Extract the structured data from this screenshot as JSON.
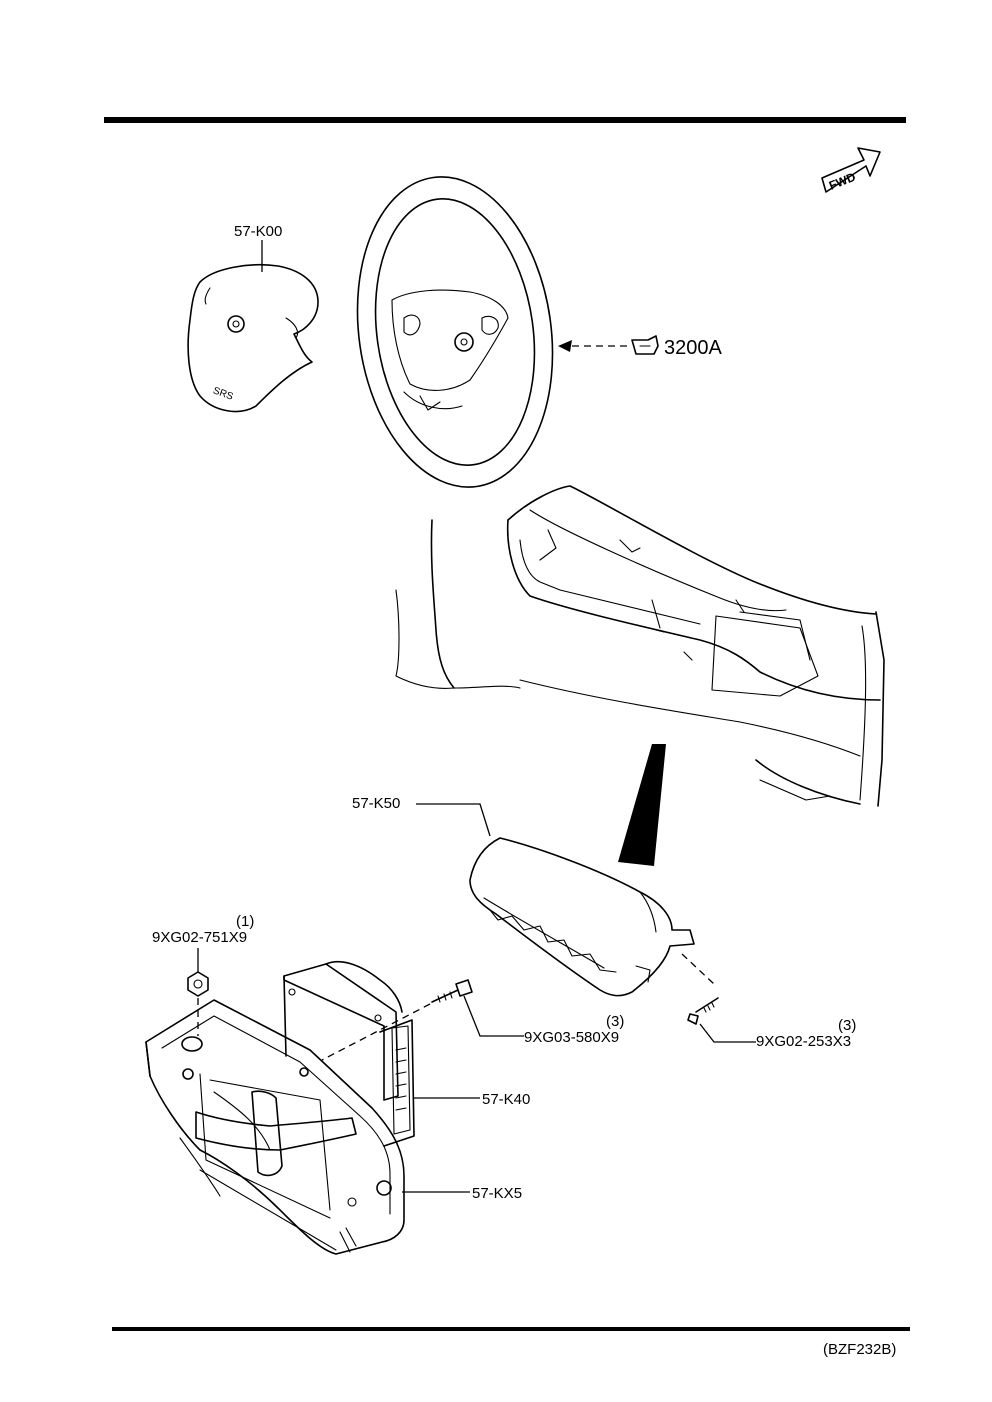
{
  "header_rule": true,
  "fwd_indicator": {
    "label": "FWD"
  },
  "reference": {
    "arrow_icon": "pointing-hand-icon",
    "code": "3200A"
  },
  "parts": {
    "driver_module": {
      "code": "57-K00",
      "marking": "SRS"
    },
    "passenger_module": {
      "code": "57-K50"
    },
    "nut": {
      "qty": "(1)",
      "code": "9XG02-751X9"
    },
    "bolt": {
      "qty": "(3)",
      "code": "9XG03-580X9"
    },
    "screw": {
      "qty": "(3)",
      "code": "9XG02-253X3"
    },
    "control_unit": {
      "code": "57-K40"
    },
    "bracket": {
      "code": "57-KX5"
    }
  },
  "footer": {
    "diagram_id": "(BZF232B)"
  }
}
